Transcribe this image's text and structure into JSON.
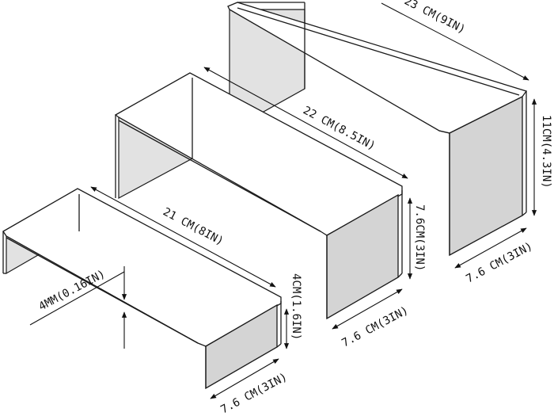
{
  "labels": {
    "large_length": "23 CM(9IN)",
    "large_height": "11CM(4.3IN)",
    "large_depth": "7.6 CM(3IN)",
    "medium_length": "22 CM(8.5IN)",
    "medium_height": "7.6CM(3IN)",
    "medium_depth": "7.6 CM(3IN)",
    "small_length": "21 CM(8IN)",
    "small_height": "4CM(1.6IN)",
    "small_depth": "7.6 CM(3IN)",
    "thickness": "4MM(0.16IN)"
  },
  "colors": {
    "line": "#1a1a1a",
    "panel": "#d4d4d4",
    "background": "#ffffff"
  }
}
